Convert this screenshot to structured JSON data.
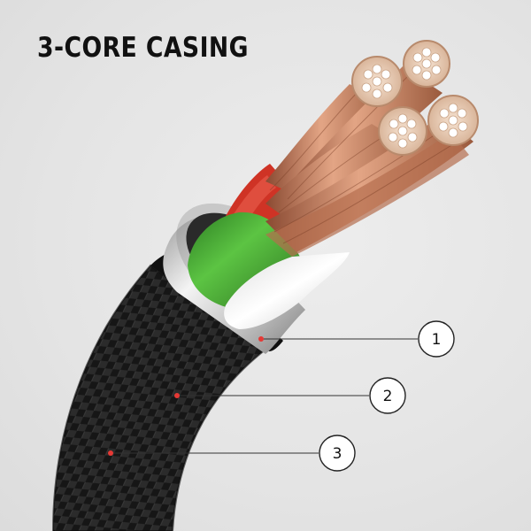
{
  "title": "3-CORE CASING",
  "callouts": [
    {
      "label": "1"
    },
    {
      "label": "2"
    },
    {
      "label": "3"
    }
  ],
  "colors": {
    "background": "#e6e6e6",
    "copper": "#c9825f",
    "red_insulation": "#d6392b",
    "green_insulation": "#3a9e2e",
    "white_insulation": "#f2f2f2",
    "aluminium_shield": "#c9c9c9",
    "braid_jacket": "#1a1a1a",
    "marker_dot": "#e53935"
  }
}
